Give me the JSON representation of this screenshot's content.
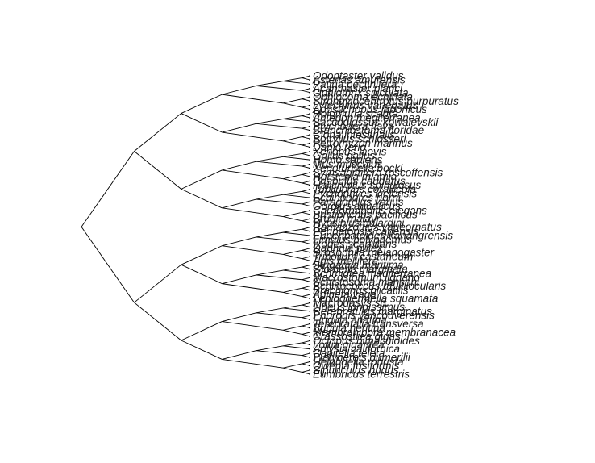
{
  "tree": {
    "type": "cladogram",
    "orientation": "rightwards",
    "tip_labels": [
      "Odontaster validus",
      "Asterias amurensis",
      "Patiria pectinifera",
      "Acanthaster planci",
      "Ophiothrix spiculata",
      "Ophiocoma echinata",
      "Strongylocentrotus purpuratus",
      "Lytechinus variegatus",
      "Apostichopus japonicus",
      "Holothuria scabra",
      "Antedon mediterranea",
      "Saccoglossus kowalevskii",
      "Ptychodera flava",
      "Branchiostoma floridae",
      "Ciona intestinalis",
      "Botryllus schlosseri",
      "Petromyzon marinus",
      "Danio rerio",
      "Xenopus laevis",
      "Gallus gallus",
      "Homo sapiens",
      "Mus musculus",
      "Xenoturbella bocki",
      "Symsagittifera roscoffensis",
      "Hofstenia miamia",
      "Priapulus caudatus",
      "Halicryptus spinulosus",
      "Tubiluchus corallicola",
      "Pycnophyes kielensis",
      "Echinoderes horni",
      "Paragordius varius",
      "Gordius aquaticus",
      "Caenorhabditis elegans",
      "Pristionchus pacificus",
      "Brugia malayi",
      "Hypsibius dujardini",
      "Ramazzottius varieornatus",
      "Peripatopsis capensis",
      "Euperipatoides kanangrensis",
      "Limulus polyphemus",
      "Ixodes scapularis",
      "Daphnia pulex",
      "Drosophila melanogaster",
      "Tribolium castaneum",
      "Apis mellifera",
      "Strigamia maritima",
      "Glomeris marginata",
      "Schmidtea mediterranea",
      "Macrostomum lignano",
      "Schistosoma mansoni",
      "Echinococcus multilocularis",
      "Brachionus plicatilis",
      "Adineta vaga",
      "Lepidodermella squamata",
      "Macrodasys sp.",
      "Lineus longissimus",
      "Cerebratulus marginatus",
      "Phoronis vancouverensis",
      "Lingula anatina",
      "Terebratalia transversa",
      "Bugula neritina",
      "Membranipora membranacea",
      "Crassostrea gigas",
      "Octopus bimaculoides",
      "Lottia gigantea",
      "Aplysia californica",
      "Capitella teleta",
      "Platynereis dumerilii",
      "Helobdella robusta",
      "Owenia fusiformis",
      "Sipunculus nudus",
      "Eumbricus terrestris"
    ]
  }
}
